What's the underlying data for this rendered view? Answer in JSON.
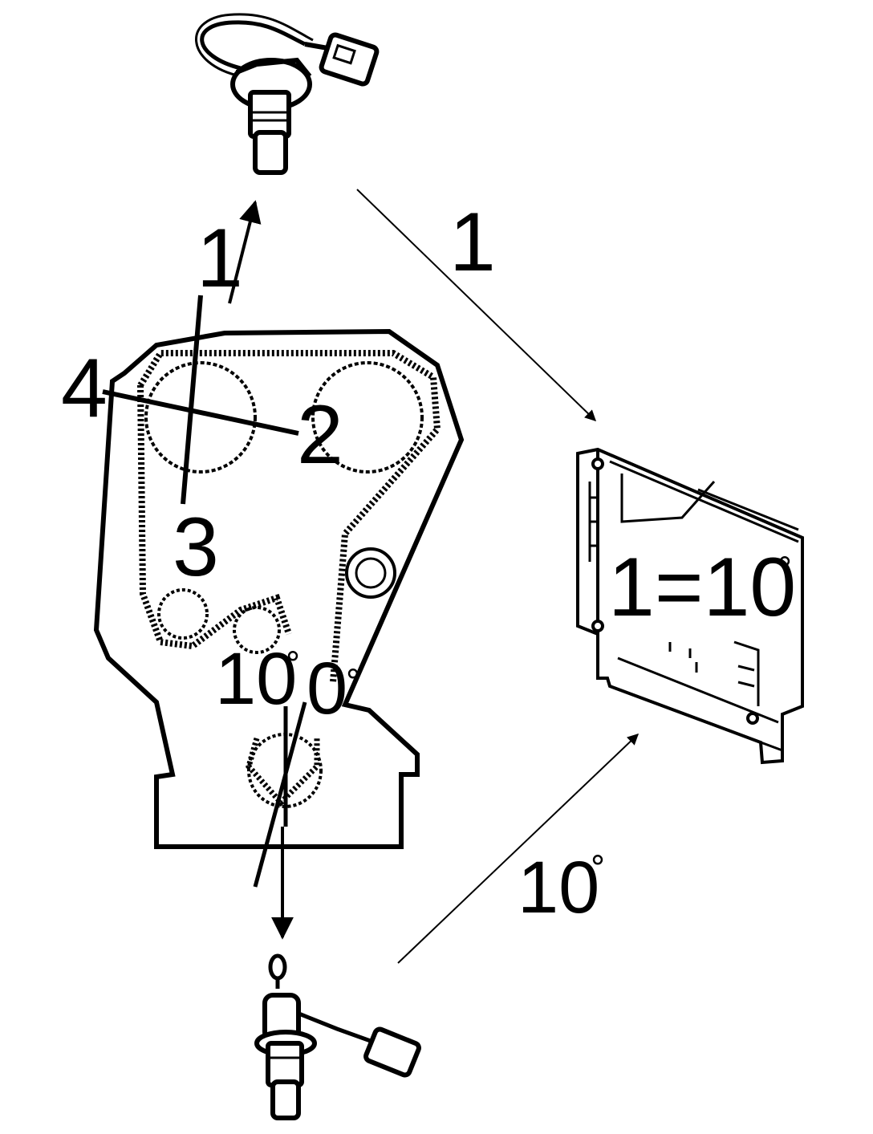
{
  "labels": {
    "top_arrow": "1",
    "right_arrow": "1",
    "sprocket_four": "4",
    "sprocket_two": "2",
    "sprocket_three": "3",
    "angle_left": "10",
    "angle_right": "0",
    "ecu_relation": "1=10",
    "bottom_arrow": "10"
  },
  "symbols": {
    "degree": "°"
  },
  "colors": {
    "ink": "#000000",
    "paper": "#ffffff"
  },
  "icons": {
    "top_component": "camshaft-position-sensor-icon",
    "bottom_component": "crankshaft-position-sensor-icon",
    "right_component": "engine-control-module-icon",
    "center_component": "timing-belt-engine-outline-icon"
  }
}
